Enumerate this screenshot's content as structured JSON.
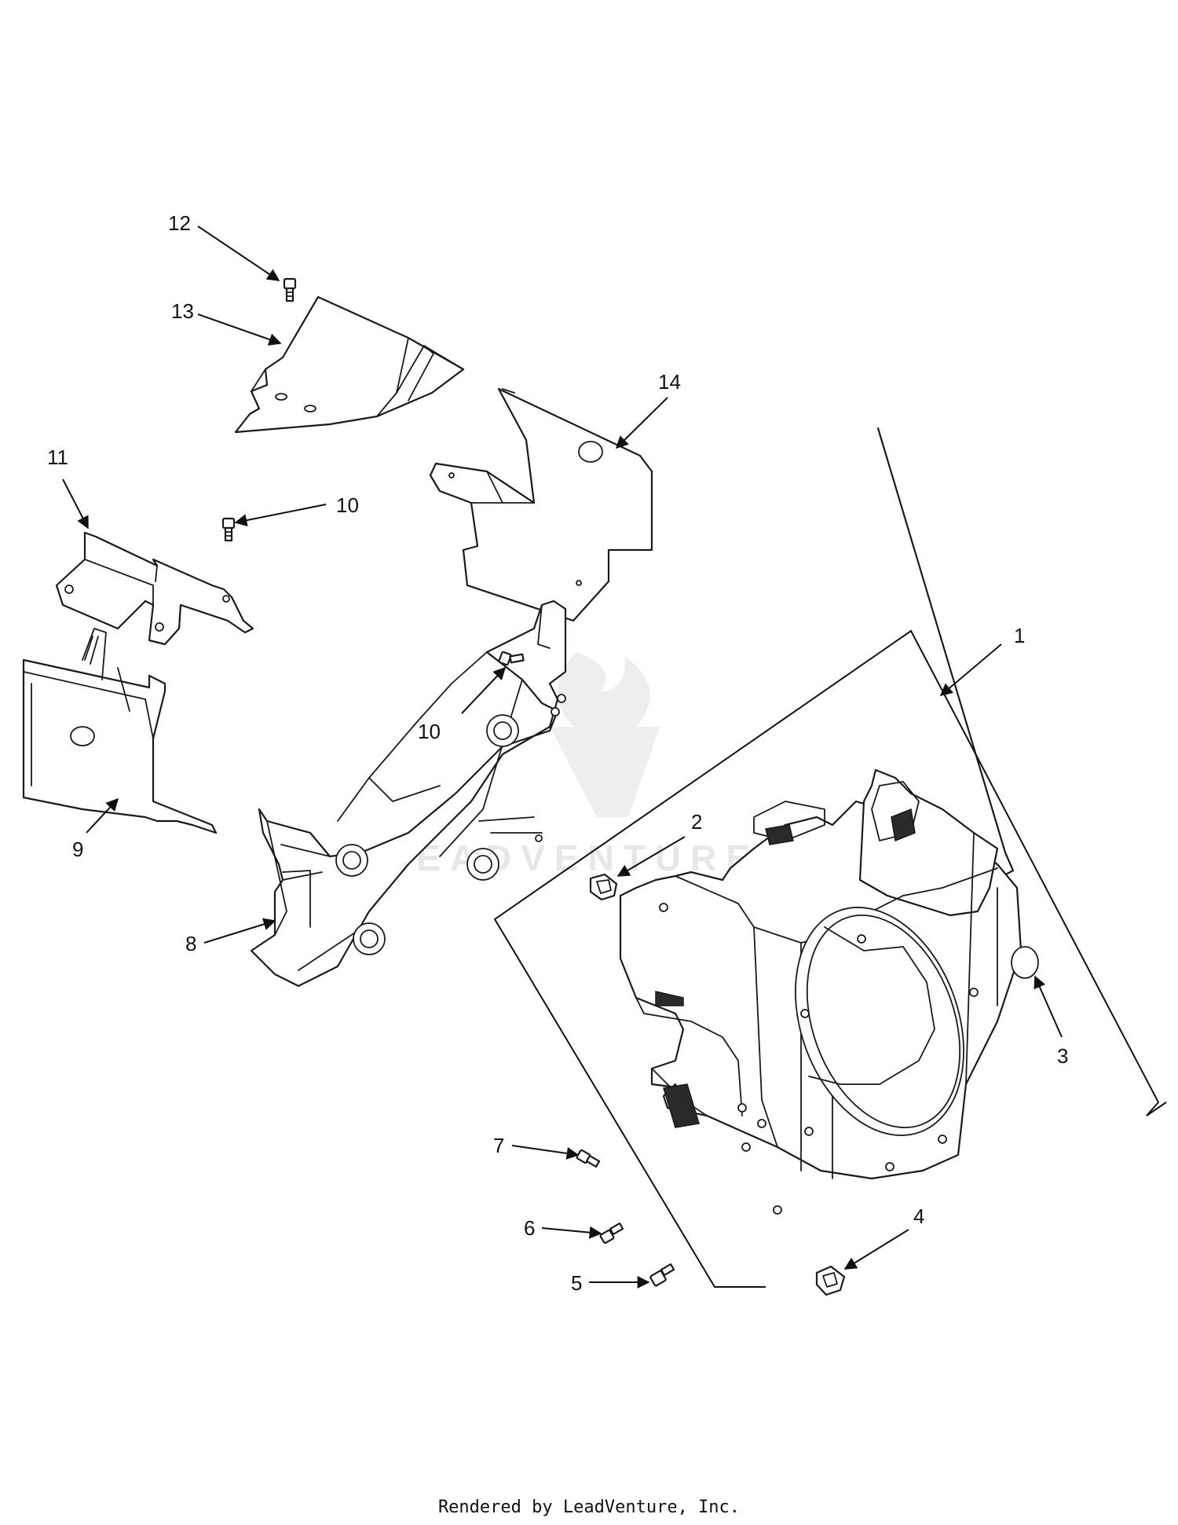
{
  "watermark": {
    "text": "LEADVENTURE"
  },
  "callouts": {
    "c1": "1",
    "c2": "2",
    "c3": "3",
    "c4": "4",
    "c5": "5",
    "c6": "6",
    "c7": "7",
    "c8": "8",
    "c9": "9",
    "c10a": "10",
    "c10b": "10",
    "c11": "11",
    "c12": "12",
    "c13": "13",
    "c14": "14"
  },
  "footer": {
    "text": "Rendered by LeadVenture, Inc."
  }
}
